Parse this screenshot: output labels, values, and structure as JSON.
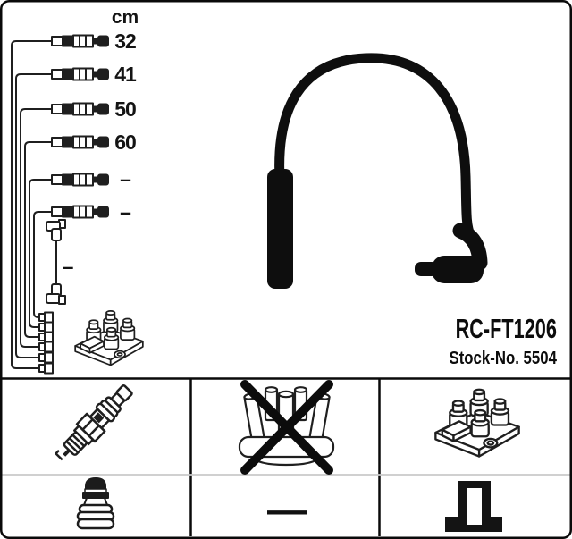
{
  "product": {
    "part_number": "RC-FT1206",
    "stock_no_label": "Stock-No. 5504"
  },
  "length_table": {
    "unit_header": "cm",
    "cable_lengths": [
      "32",
      "41",
      "50",
      "60",
      "–",
      "–"
    ],
    "coil_wire_length": "–"
  },
  "compatibility": {
    "dash": "—",
    "items": [
      {
        "id": "spark-plug",
        "crossed_out": false
      },
      {
        "id": "distributor-cap",
        "crossed_out": true
      },
      {
        "id": "ignition-coil",
        "crossed_out": false
      },
      {
        "id": "plug-terminal-nut",
        "crossed_out": false
      },
      {
        "id": "dash",
        "crossed_out": false
      },
      {
        "id": "coil-terminal",
        "crossed_out": false
      }
    ]
  },
  "colors": {
    "ink": "#1f1f1f",
    "photo_black": "#0e0e0e",
    "border": "#000000",
    "light_divider": "#c9c9c9",
    "background": "#ffffff"
  }
}
